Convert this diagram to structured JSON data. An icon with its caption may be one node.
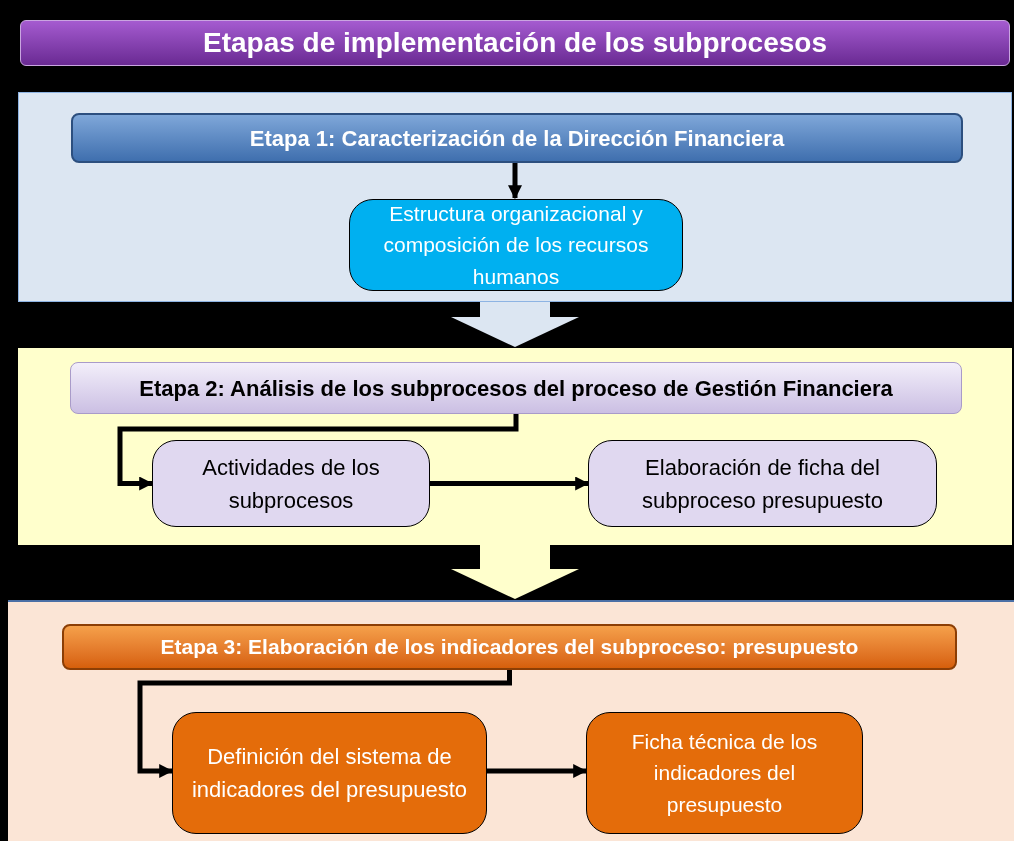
{
  "diagram": {
    "title": "Etapas de implementación de los subprocesos",
    "nodes": [
      {
        "text": [],
        "shape": "box"
      },
      {
        "text": [
          "Etapa 1: Caracterización de la Dirección Financiera"
        ],
        "in": 0
      },
      {
        "text": [
          "Estructura organizacional y composición de los recursos humanos"
        ],
        "in": 0
      },
      {
        "text": [],
        "shape": "box"
      },
      {
        "text": [
          "Etapa 2: Análisis de los subprocesos del proceso de Gestión Financiera"
        ],
        "in": 3
      },
      {
        "text": [
          "Actividades de los subprocesos"
        ],
        "in": 3
      },
      {
        "text": [
          "Elaboración de ficha del subproceso presupuesto"
        ],
        "in": 3
      },
      {
        "text": [],
        "shape": "box"
      },
      {
        "text": [
          "Etapa 3: Elaboración de los indicadores del subproceso: presupuesto"
        ],
        "in": 7
      },
      {
        "text": [
          "Definición del sistema de indicadores del presupuesto"
        ],
        "in": 7
      },
      {
        "text": [
          "Ficha técnica de los indicadores del presupuesto"
        ],
        "in": 7
      }
    ],
    "edges": [
      {
        "from": 1,
        "to": 2,
        "arrow": "to"
      },
      {
        "from": 0,
        "to": 3,
        "arrow": "to",
        "style": "thick",
        "color": "#dce6f2"
      },
      {
        "from": 4,
        "to": 5,
        "arrow": "to"
      },
      {
        "from": 5,
        "to": 6,
        "arrow": "to"
      },
      {
        "from": 3,
        "to": 7,
        "arrow": "to",
        "style": "thick",
        "color": "#ffffcc"
      },
      {
        "from": 8,
        "to": 9,
        "arrow": "to"
      },
      {
        "from": 9,
        "to": 10,
        "arrow": "to"
      }
    ]
  }
}
